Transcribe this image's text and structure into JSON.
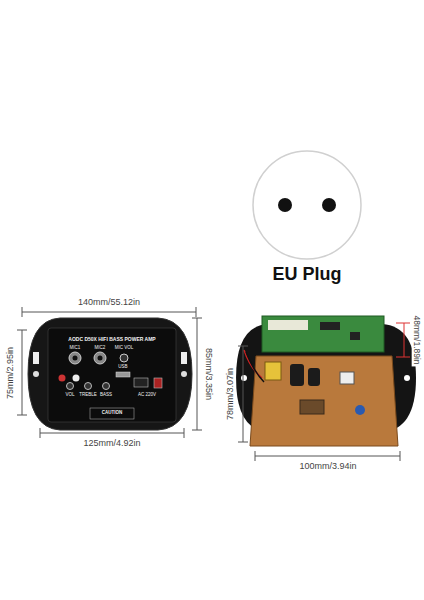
{
  "diagram": {
    "nodes": [
      {
        "text": [
          "EU Plug"
        ]
      }
    ],
    "labels": [
      "140mm/55.12in",
      "75mm/2.95in",
      "85mm/3.35in",
      "125mm/4.92in",
      "48mm/1.89in",
      "78mm/3.07in",
      "100mm/3.94in",
      "AODC D50X HIFI BASS POWER AMP",
      "MIC1",
      "MIC2",
      "MIC VOL",
      "USB",
      "VOL",
      "TREBLE",
      "BASS",
      "AC 220V",
      "CAUTION"
    ]
  }
}
